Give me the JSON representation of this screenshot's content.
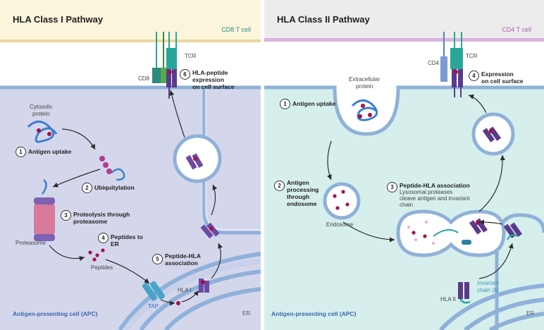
{
  "left_panel": {
    "title": "HLA Class I Pathway",
    "cell_label": "CD8 T cell",
    "cell_label_color": "#2a8c8c",
    "apc_label": "Antigen-presenting cell (APC)",
    "er_label": "ER",
    "labels": {
      "cytosolic_protein_1": "Cytosolic",
      "cytosolic_protein_2": "protein",
      "proteasome": "Proteasome",
      "peptides": "Peptides",
      "tap": "TAP",
      "hla_i": "HLA I",
      "cd8": "CD8",
      "tcr": "TCR"
    },
    "steps": [
      {
        "num": "1",
        "text_1": "Antigen uptake",
        "text_2": ""
      },
      {
        "num": "2",
        "text_1": "Ubiquitylation",
        "text_2": ""
      },
      {
        "num": "3",
        "text_1": "Proteolysis through",
        "text_2": "proteasome"
      },
      {
        "num": "4",
        "text_1": "Peptides to",
        "text_2": "ER"
      },
      {
        "num": "5",
        "text_1": "Peptide-HLA",
        "text_2": "association"
      },
      {
        "num": "6",
        "text_1": "HLA-peptide",
        "text_2": "expression",
        "text_3": "on cell surface"
      }
    ]
  },
  "right_panel": {
    "title": "HLA Class II Pathway",
    "cell_label": "CD4 T cell",
    "cell_label_color": "#b05ab8",
    "apc_label": "Antigen-presenting cell (APC)",
    "er_label": "ER",
    "labels": {
      "extracellular_1": "Extracellular",
      "extracellular_2": "protein",
      "endosome": "Endosome",
      "invariant_1": "Invariant",
      "invariant_2": "chain (Ii)",
      "hla_ii": "HLA II",
      "cd4": "CD4",
      "tcr": "TCR"
    },
    "steps": [
      {
        "num": "1",
        "text_1": "Antigen uptake",
        "text_2": ""
      },
      {
        "num": "2",
        "text_1": "Antigen",
        "text_2": "processing",
        "text_3": "through",
        "text_4": "endosome"
      },
      {
        "num": "3",
        "text_1": "Peptide-HLA association",
        "sub_1": "Lysosomal proteases",
        "sub_2": "cleave antigen and invariant",
        "sub_3": "chain"
      },
      {
        "num": "4",
        "text_1": "Expression",
        "text_2": "on cell surface"
      }
    ]
  },
  "colors": {
    "left_tcell_bg": "#fbf5dc",
    "left_apc_bg": "#d4d7ec",
    "right_tcell_bg": "#ececec",
    "right_apc_bg": "#d6efec",
    "membrane": "#8fb1d9",
    "peptide": "#a3124a",
    "tcr": "#2aa59a",
    "hla": "#5b3a8c"
  }
}
